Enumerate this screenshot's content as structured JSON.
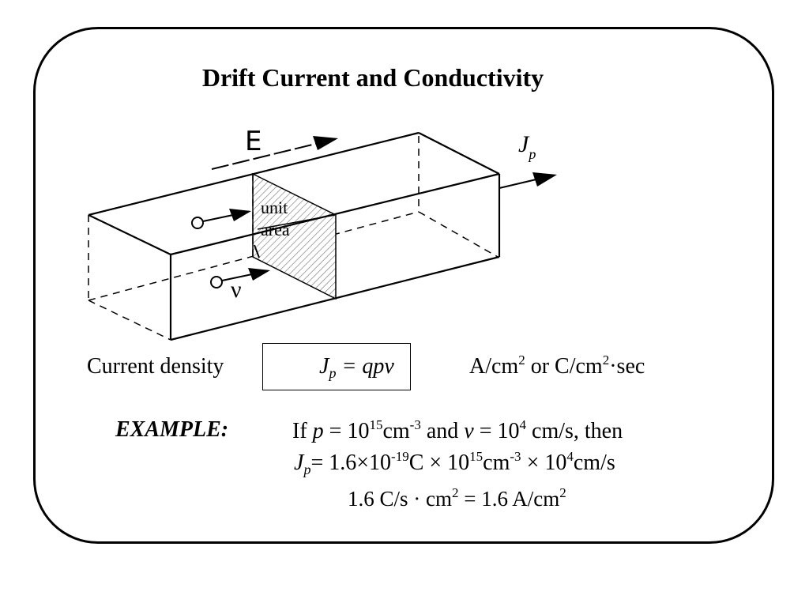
{
  "title": "Drift Current and Conductivity",
  "diagram": {
    "field_label": "E",
    "current_label_main": "J",
    "current_label_sub": "p",
    "unit_area_line1": "unit",
    "unit_area_line2": "area",
    "velocity_label": "ν"
  },
  "current_density": {
    "label": "Current density",
    "formula_lhs_main": "J",
    "formula_lhs_sub": "p",
    "formula_rhs": "= qpv",
    "units_a": "A/cm",
    "units_a_sup": "2",
    "units_or": " or C/cm",
    "units_b_sup": "2",
    "units_tail": "·sec"
  },
  "example": {
    "label": "EXAMPLE:",
    "line1": {
      "t1": "If ",
      "p": "p",
      "t2": " = 10",
      "sup1": "15",
      "t3": "cm",
      "sup2": "-3",
      "t4": " and ",
      "v": "v",
      "t5": " = 10",
      "sup3": "4",
      "t6": " cm/s, then"
    },
    "line2": {
      "J": "J",
      "sub": "p",
      "t1": "= 1.6×10",
      "sup1": "-19",
      "t2": "C × 10",
      "sup2": "15",
      "t3": "cm",
      "sup3": "-3",
      "t4": " × 10",
      "sup4": "4",
      "t5": "cm/s"
    },
    "line3": {
      "t1": "1.6 C/s · cm",
      "sup1": "2",
      "t2": " = 1.6 A/cm",
      "sup2": "2"
    }
  }
}
